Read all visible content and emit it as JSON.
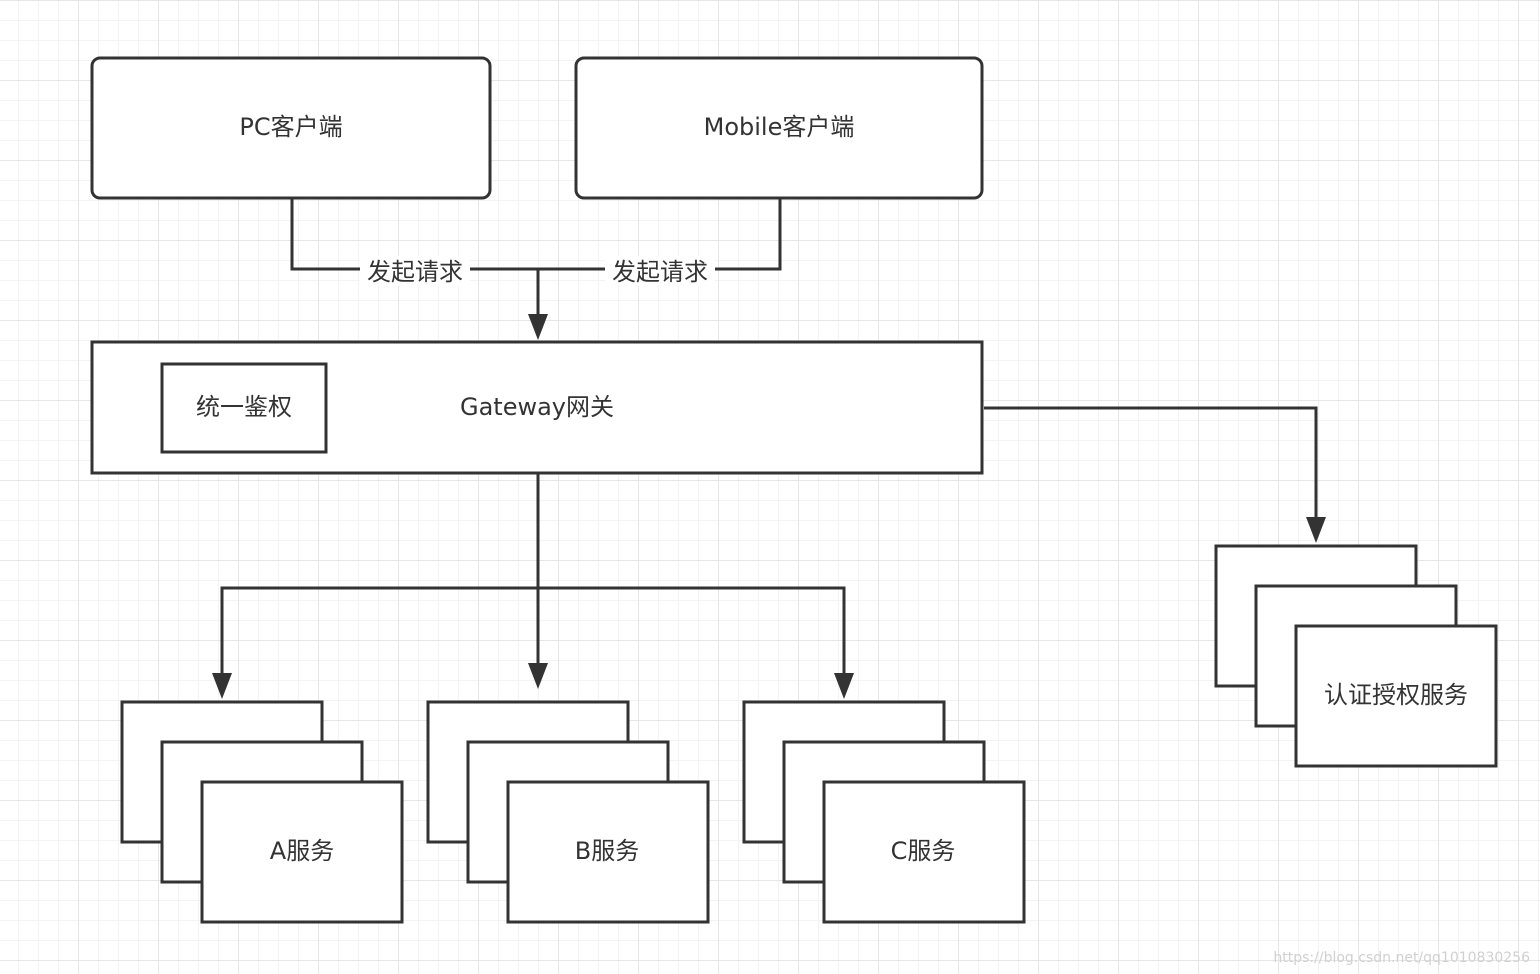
{
  "nodes": {
    "pc_client": "PC客户端",
    "mobile_client": "Mobile客户端",
    "gateway": "Gateway网关",
    "unified_auth": "统一鉴权",
    "service_a": "A服务",
    "service_b": "B服务",
    "service_c": "C服务",
    "auth_service": "认证授权服务"
  },
  "edges": {
    "pc_request": "发起请求",
    "mobile_request": "发起请求"
  },
  "watermark": "https://blog.csdn.net/qq1010830256",
  "colors": {
    "stroke": "#333333",
    "text": "#333333",
    "grid": "#e6e6e6",
    "background": "#ffffff"
  }
}
